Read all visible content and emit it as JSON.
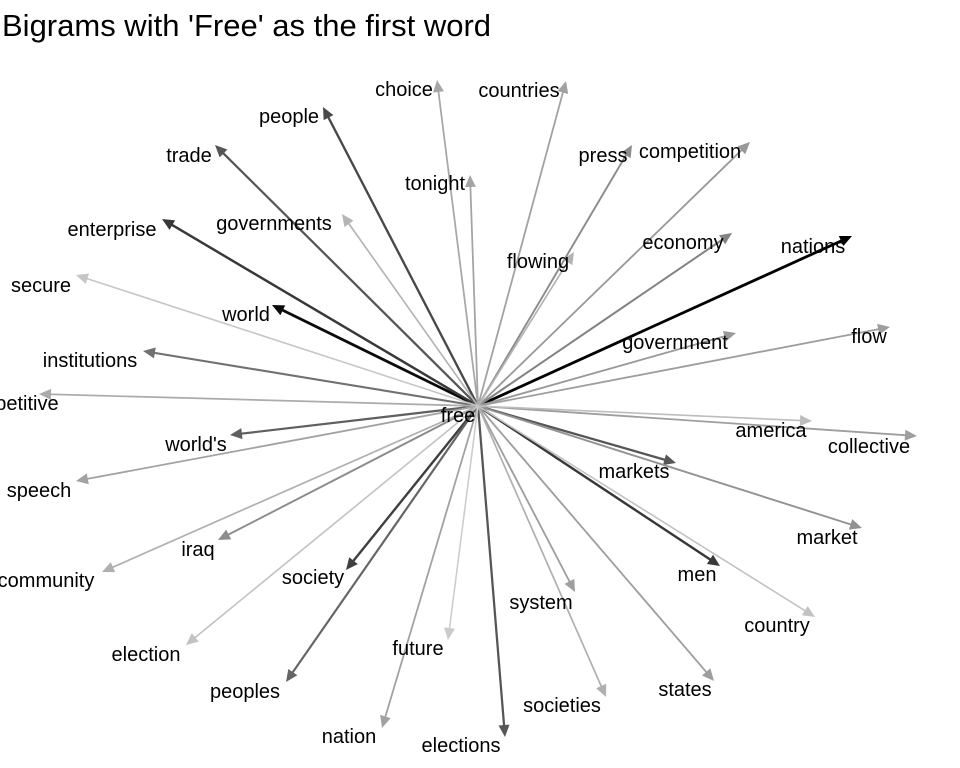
{
  "chart_data": {
    "type": "network",
    "title": "Bigrams with 'Free' as the first word",
    "center": "free",
    "edges": [
      {
        "to": "nations",
        "weight": 1.0
      },
      {
        "to": "world",
        "weight": 0.95
      },
      {
        "to": "enterprise",
        "weight": 0.75
      },
      {
        "to": "men",
        "weight": 0.75
      },
      {
        "to": "society",
        "weight": 0.72
      },
      {
        "to": "people",
        "weight": 0.68
      },
      {
        "to": "trade",
        "weight": 0.62
      },
      {
        "to": "markets",
        "weight": 0.62
      },
      {
        "to": "elections",
        "weight": 0.62
      },
      {
        "to": "world's",
        "weight": 0.58
      },
      {
        "to": "peoples",
        "weight": 0.55
      },
      {
        "to": "institutions",
        "weight": 0.5
      },
      {
        "to": "economy",
        "weight": 0.42
      },
      {
        "to": "press",
        "weight": 0.38
      },
      {
        "to": "iraq",
        "weight": 0.38
      },
      {
        "to": "market",
        "weight": 0.35
      },
      {
        "to": "competition",
        "weight": 0.32
      },
      {
        "to": "government",
        "weight": 0.32
      },
      {
        "to": "flow",
        "weight": 0.3
      },
      {
        "to": "collective",
        "weight": 0.3
      },
      {
        "to": "states",
        "weight": 0.3
      },
      {
        "to": "system",
        "weight": 0.3
      },
      {
        "to": "countries",
        "weight": 0.28
      },
      {
        "to": "nation",
        "weight": 0.28
      },
      {
        "to": "speech",
        "weight": 0.28
      },
      {
        "to": "tonight",
        "weight": 0.27
      },
      {
        "to": "choice",
        "weight": 0.26
      },
      {
        "to": "competitive",
        "weight": 0.24
      },
      {
        "to": "community",
        "weight": 0.22
      },
      {
        "to": "societies",
        "weight": 0.22
      },
      {
        "to": "governments",
        "weight": 0.2
      },
      {
        "to": "flowing",
        "weight": 0.2
      },
      {
        "to": "america",
        "weight": 0.16
      },
      {
        "to": "country",
        "weight": 0.14
      },
      {
        "to": "election",
        "weight": 0.14
      },
      {
        "to": "secure",
        "weight": 0.12
      },
      {
        "to": "future",
        "weight": 0.1
      }
    ]
  }
}
